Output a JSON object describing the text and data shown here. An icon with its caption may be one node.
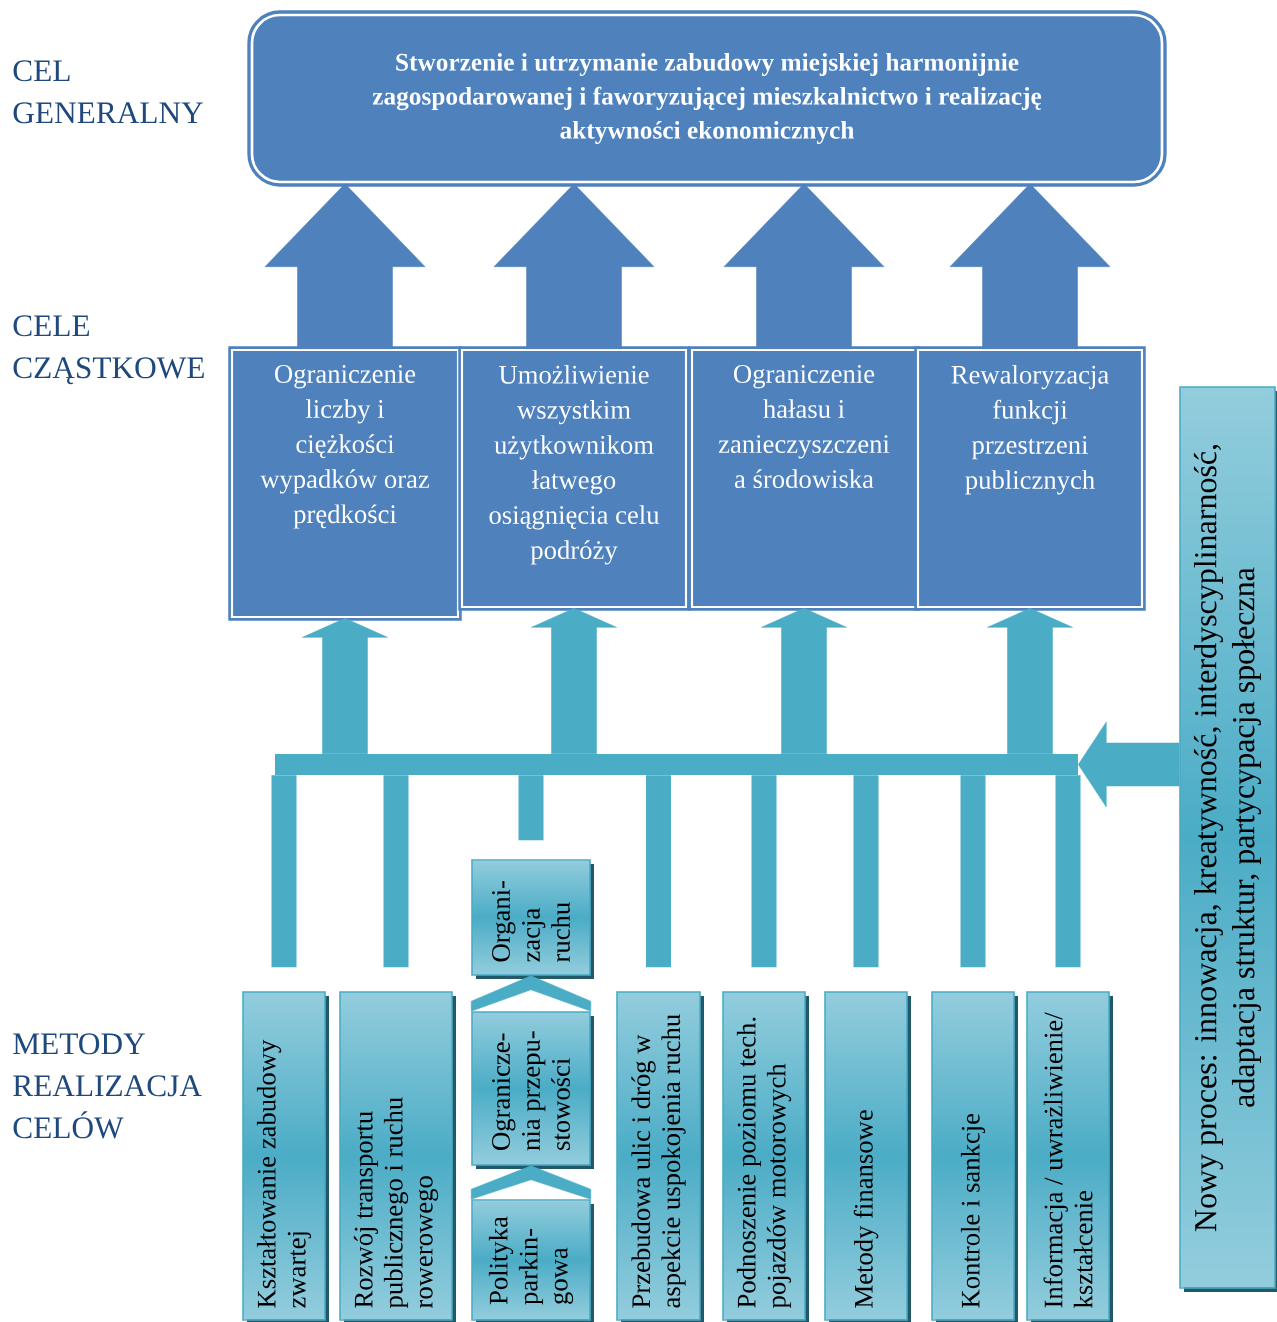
{
  "diagram": {
    "nodes": [
      {
        "text": [
          "Stworzenie i utrzymanie zabudowy miejskiej harmonijnie zagospodarowanej i faworyzującej mieszkalnictwo i realizację aktywności ekonomicznych"
        ]
      },
      {
        "text": [
          "Ograniczenie liczby i ciężkości wypadków oraz prędkości"
        ]
      },
      {
        "text": [
          "Umożliwienie wszystkim użytkownikom łatwego osiągnięcia celu podróży"
        ]
      },
      {
        "text": [
          "Ograniczenie hałasu i zanieczyszczeni a środowiska"
        ]
      },
      {
        "text": [
          "Rewaloryzacja funkcji przestrzeni publicznych"
        ]
      },
      {
        "text": [],
        "shape": "bar"
      },
      {
        "text": [
          "Kształtowanie zabudowy zwartej"
        ]
      },
      {
        "text": [
          "Rozwój transportu publicznego i ruchu rowerowego"
        ]
      },
      {
        "text": [
          "Organi- zacja ruchu"
        ]
      },
      {
        "text": [
          "Ogranicze- nia przepu- stowości"
        ]
      },
      {
        "text": [
          "Polityka parkin- gowa"
        ]
      },
      {
        "text": [
          "Przebudowa ulic i dróg w aspekcie uspokojenia ruchu"
        ]
      },
      {
        "text": [
          "Podnoszenie poziomu tech. pojazdów motorowych"
        ]
      },
      {
        "text": [
          "Metody finansowe"
        ]
      },
      {
        "text": [
          "Kontrole i sankcje"
        ]
      },
      {
        "text": [
          "Informacja / uwrażliwienie/ kształcenie"
        ]
      },
      {
        "text": [
          "Nowy proces: innowacja, kreatywność, interdyscyplinarność, adaptacja struktur, partycypacja społeczna"
        ]
      }
    ],
    "edges": [
      {
        "from": 1,
        "to": 0,
        "arrow": "to",
        "style": "thick",
        "color": "#4f81bd"
      },
      {
        "from": 2,
        "to": 0,
        "arrow": "to",
        "style": "thick",
        "color": "#4f81bd"
      },
      {
        "from": 3,
        "to": 0,
        "arrow": "to",
        "style": "thick",
        "color": "#4f81bd"
      },
      {
        "from": 4,
        "to": 0,
        "arrow": "to",
        "style": "thick",
        "color": "#4f81bd"
      },
      {
        "from": 5,
        "to": 1,
        "arrow": "to",
        "style": "thick"
      },
      {
        "from": 5,
        "to": 2,
        "arrow": "to",
        "style": "thick"
      },
      {
        "from": 5,
        "to": 3,
        "arrow": "to",
        "style": "thick"
      },
      {
        "from": 5,
        "to": 4,
        "arrow": "to",
        "style": "thick"
      },
      {
        "from": 6,
        "to": 5,
        "arrow": "none"
      },
      {
        "from": 7,
        "to": 5,
        "arrow": "none"
      },
      {
        "from": 8,
        "to": 5,
        "arrow": "none"
      },
      {
        "from": 11,
        "to": 5,
        "arrow": "none"
      },
      {
        "from": 12,
        "to": 5,
        "arrow": "none"
      },
      {
        "from": 13,
        "to": 5,
        "arrow": "none"
      },
      {
        "from": 14,
        "to": 5,
        "arrow": "none"
      },
      {
        "from": 15,
        "to": 5,
        "arrow": "none"
      },
      {
        "from": 16,
        "to": 5,
        "arrow": "to"
      },
      {
        "from": 9,
        "to": 8,
        "arrow": "to"
      },
      {
        "from": 10,
        "to": 9,
        "arrow": "to"
      }
    ],
    "labels": [
      "CEL GENERALNY",
      "CELE CZĄSTKOWE",
      "METODY REALIZACJA CELÓW"
    ]
  }
}
